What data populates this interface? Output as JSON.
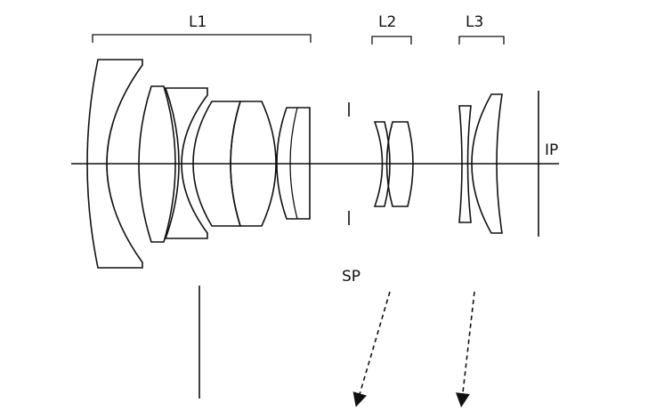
{
  "groups": [
    {
      "label": "L1"
    },
    {
      "label": "L2"
    },
    {
      "label": "L3"
    }
  ],
  "stop_label": "SP",
  "image_plane_label": "IP"
}
